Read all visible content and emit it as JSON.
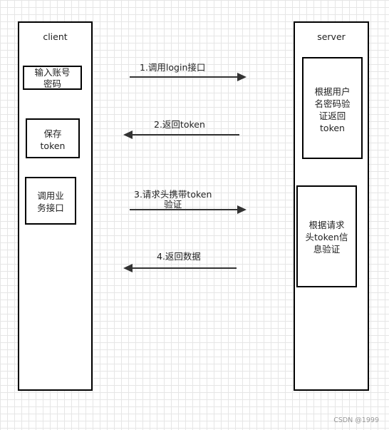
{
  "client": {
    "title": "client",
    "boxes": [
      {
        "text": "输入账号\n密码"
      },
      {
        "text": "保存\ntoken"
      },
      {
        "text": "调用业\n务接口"
      }
    ]
  },
  "server": {
    "title": "server",
    "boxes": [
      {
        "text": "根据用户\n名密码验\n证返回\ntoken"
      },
      {
        "text": "根据请求\n头token信\n息验证"
      }
    ]
  },
  "messages": [
    {
      "label": "1.调用login接口",
      "direction": "client-to-server"
    },
    {
      "label": "2.返回token",
      "direction": "server-to-client"
    },
    {
      "label": "3.请求头携带token\n验证",
      "direction": "client-to-server"
    },
    {
      "label": "4.返回数据",
      "direction": "server-to-client"
    }
  ],
  "watermark": "CSDN @1999"
}
